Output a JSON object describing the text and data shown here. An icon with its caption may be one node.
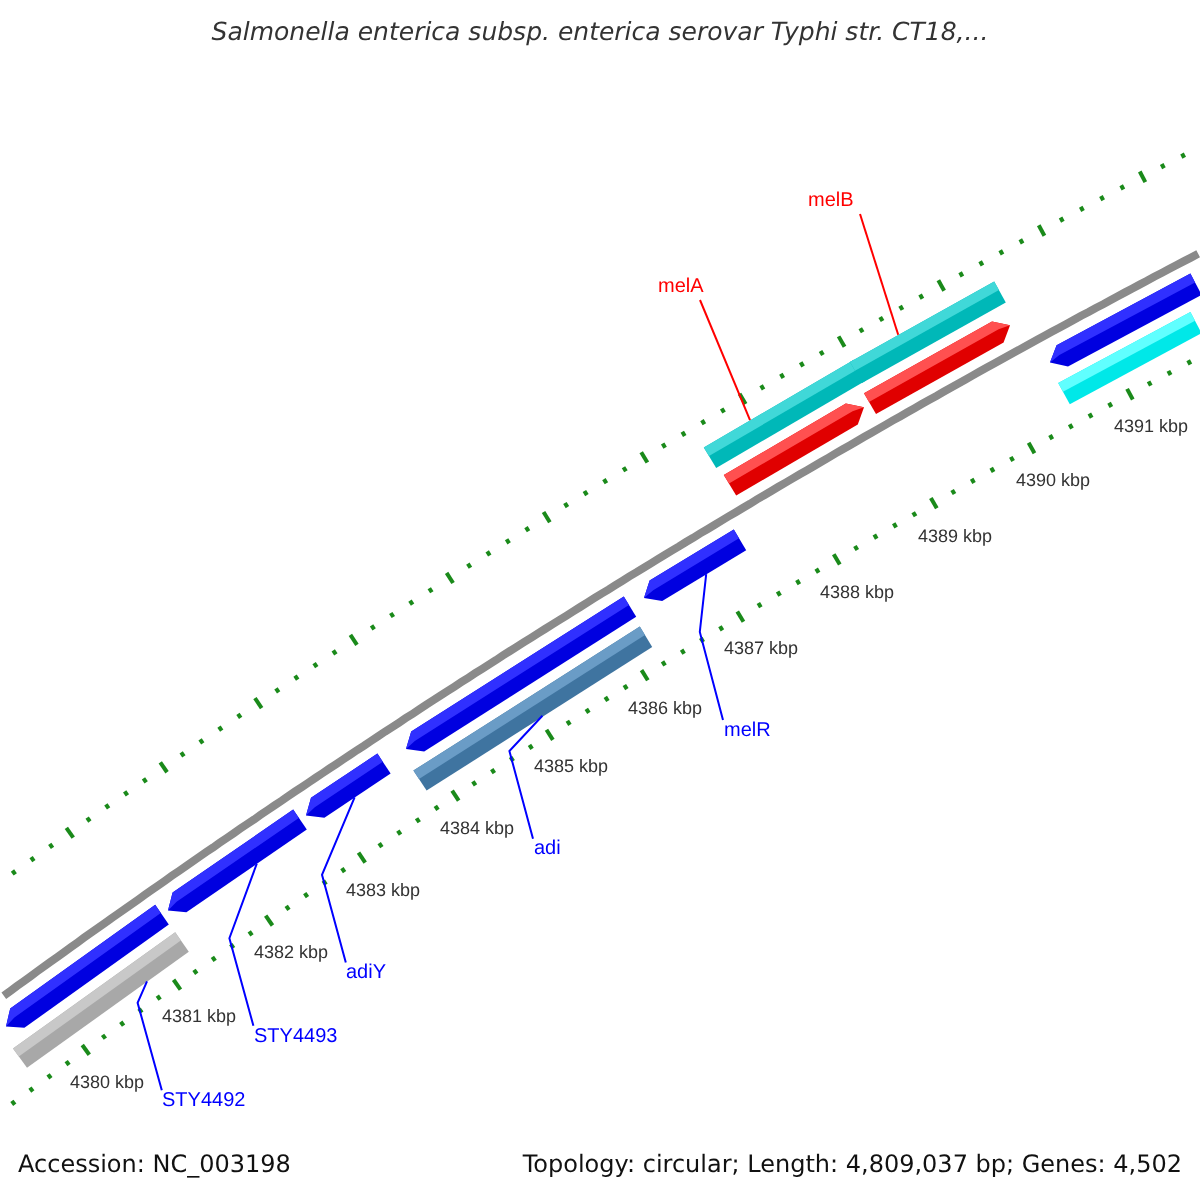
{
  "diagram": {
    "title": "Salmonella enterica subsp. enterica serovar Typhi str. CT18,...",
    "nodes": [
      {
        "text": [
          "melB"
        ]
      },
      {
        "text": [
          "melA"
        ]
      },
      {
        "text": [
          "melR"
        ]
      },
      {
        "text": [
          "adi"
        ]
      },
      {
        "text": [
          "adiY"
        ]
      },
      {
        "text": [
          "STY4493"
        ]
      },
      {
        "text": [
          "STY4492"
        ]
      },
      {
        "text": [],
        "shape": "bar"
      },
      {
        "text": [],
        "shape": "bar"
      },
      {
        "text": [],
        "shape": "bar"
      },
      {
        "text": [],
        "shape": "bar"
      },
      {
        "text": [],
        "shape": "bar"
      },
      {
        "text": [],
        "shape": "bar"
      },
      {
        "text": [],
        "shape": "bar"
      },
      {
        "text": [],
        "shape": "bar"
      },
      {
        "text": [],
        "shape": "bar"
      },
      {
        "text": [],
        "shape": "bar"
      },
      {
        "text": [],
        "shape": "bar"
      },
      {
        "text": [],
        "shape": "bar"
      },
      {
        "text": [],
        "shape": "bar"
      }
    ],
    "edges": [
      {
        "from": 0,
        "to": 16,
        "arrow": "none",
        "color": "#ff0000"
      },
      {
        "from": 1,
        "to": 14,
        "arrow": "none",
        "color": "#ff0000"
      },
      {
        "from": 2,
        "to": 13,
        "arrow": "none"
      },
      {
        "from": 3,
        "to": 12,
        "arrow": "none"
      },
      {
        "from": 4,
        "to": 10,
        "arrow": "none"
      },
      {
        "from": 5,
        "to": 9,
        "arrow": "none"
      },
      {
        "from": 6,
        "to": 8,
        "arrow": "none"
      }
    ],
    "labels": [
      "4391 kbp",
      "4390 kbp",
      "4389 kbp",
      "4388 kbp",
      "4387 kbp",
      "4386 kbp",
      "4385 kbp",
      "4384 kbp",
      "4383 kbp",
      "4382 kbp",
      "4381 kbp",
      "4380 kbp",
      "Accession: NC_003198",
      "Topology: circular; Length: 4,809,037 bp; Genes: 4,502"
    ]
  }
}
